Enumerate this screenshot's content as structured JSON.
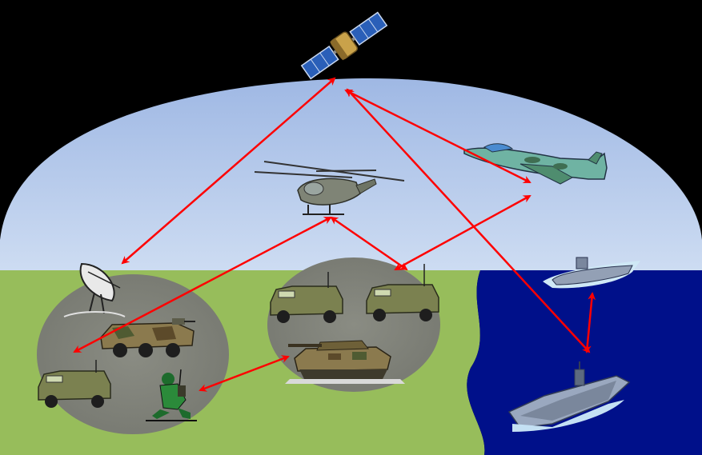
{
  "colors": {
    "background": "#000000",
    "sky_top": "#9fb8e4",
    "sky_bottom": "#c7d9f3",
    "land": "#97bd5b",
    "sea": "#00108a",
    "group_circle": "#7d7f78",
    "link": "#ff0000"
  },
  "nodes": [
    {
      "id": "satellite",
      "icon": "satellite-icon"
    },
    {
      "id": "helicopter",
      "icon": "helicopter-icon"
    },
    {
      "id": "fighter-jet",
      "icon": "fighter-jet-icon"
    },
    {
      "id": "submarine",
      "icon": "submarine-icon"
    },
    {
      "id": "aircraft-carrier",
      "icon": "aircraft-carrier-icon"
    },
    {
      "id": "satellite-dish",
      "icon": "satellite-dish-icon"
    },
    {
      "id": "armored-carrier",
      "icon": "armored-vehicle-icon"
    },
    {
      "id": "humvee-left",
      "icon": "humvee-icon"
    },
    {
      "id": "soldier",
      "icon": "soldier-radio-icon"
    },
    {
      "id": "humvee-center-left",
      "icon": "humvee-icon"
    },
    {
      "id": "humvee-center-right",
      "icon": "humvee-icon"
    },
    {
      "id": "tank",
      "icon": "tank-icon"
    }
  ],
  "links": [
    {
      "from": "satellite",
      "to": "satellite-dish",
      "bidirectional": true
    },
    {
      "from": "satellite",
      "to": "fighter-jet",
      "bidirectional": true
    },
    {
      "from": "satellite",
      "to": "aircraft-carrier",
      "bidirectional": true
    },
    {
      "from": "helicopter",
      "to": "left-ground-group",
      "bidirectional": true
    },
    {
      "from": "helicopter",
      "to": "center-ground-group",
      "bidirectional": true
    },
    {
      "from": "fighter-jet",
      "to": "center-ground-group",
      "bidirectional": true
    },
    {
      "from": "submarine",
      "to": "aircraft-carrier",
      "bidirectional": true
    },
    {
      "from": "soldier",
      "to": "tank",
      "bidirectional": true
    }
  ]
}
